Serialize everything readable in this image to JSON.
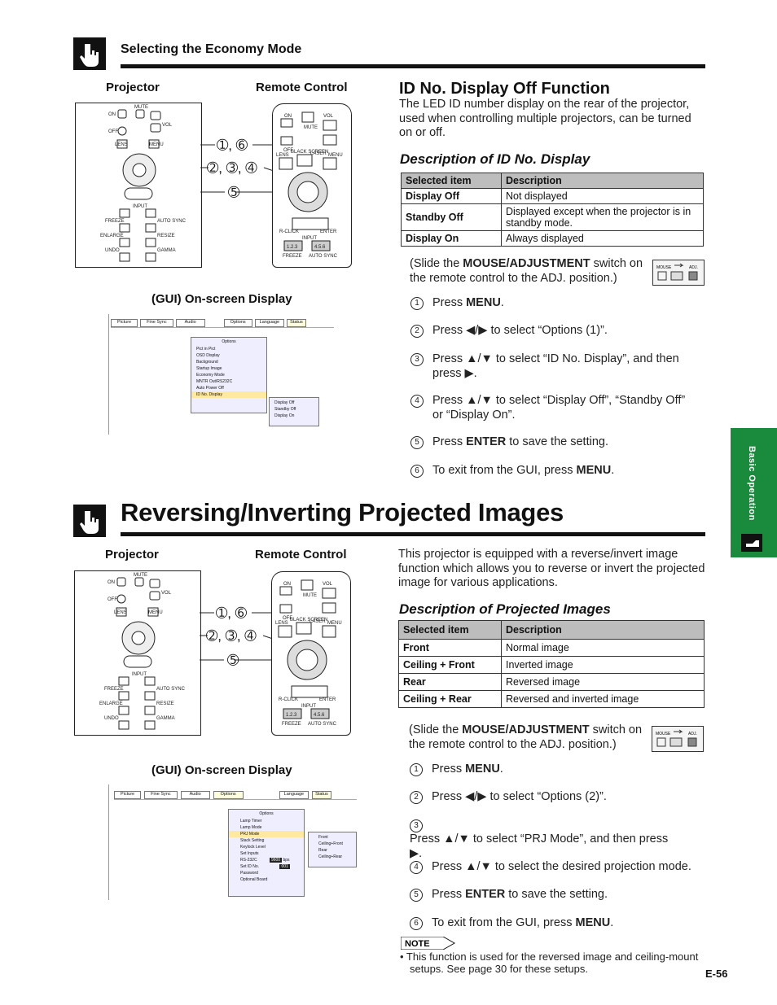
{
  "section1": {
    "title": "Selecting the Economy Mode",
    "projector_label": "Projector",
    "remote_label": "Remote Control",
    "gui_label": "(GUI) On-screen Display",
    "callouts": [
      "➀, ➅",
      "➁, ➂, ➃",
      "➄"
    ],
    "heading": "ID No. Display Off Function",
    "intro": "The LED ID number display on the rear of the projector, used when controlling multiple projectors, can be turned on or off.",
    "table_title": "Description of ID No. Display",
    "table_headers": [
      "Selected item",
      "Description"
    ],
    "table_rows": [
      [
        "Display Off",
        "Not displayed"
      ],
      [
        "Standby Off",
        "Displayed except when the projector is in standby mode."
      ],
      [
        "Display On",
        "Always displayed"
      ]
    ],
    "slide_pre": "(Slide the ",
    "slide_bold": "MOUSE/ADJUSTMENT",
    "slide_post": " switch on the remote control to the ADJ. position.)",
    "steps": [
      {
        "n": "1",
        "pre": "Press ",
        "b": "MENU",
        "post": "."
      },
      {
        "n": "2",
        "pre": "Press ◀/▶ to select “Options (1)”.",
        "b": "",
        "post": ""
      },
      {
        "n": "3",
        "pre": "Press ▲/▼ to select “ID No. Display”, and then press ▶.",
        "b": "",
        "post": ""
      },
      {
        "n": "4",
        "pre": "Press ▲/▼ to select “Display Off”, “Standby Off” or “Display On”.",
        "b": "",
        "post": ""
      },
      {
        "n": "5",
        "pre": "Press ",
        "b": "ENTER",
        "post": " to save the setting."
      },
      {
        "n": "6",
        "pre": "To exit from the GUI, press ",
        "b": "MENU",
        "post": "."
      }
    ],
    "gui": {
      "tabs": [
        "Picture",
        "Fine Sync",
        "Audio",
        "Options",
        "Language",
        "Status"
      ],
      "menu_title": "Options",
      "items": [
        "Pict in Pict",
        "OSD Display",
        "Background",
        "Startup Image",
        "Economy Mode",
        "MNTR Out/RS232C",
        "Auto Power Off",
        "ID No. Display"
      ],
      "sub": [
        "Display Off",
        "Standby Off",
        "Display On"
      ]
    }
  },
  "section2": {
    "title": "Reversing/Inverting Projected Images",
    "projector_label": "Projector",
    "remote_label": "Remote Control",
    "gui_label": "(GUI) On-screen Display",
    "callouts": [
      "➀, ➅",
      "➁, ➂, ➃",
      "➄"
    ],
    "intro": "This projector is equipped with a reverse/invert image function which allows you to reverse or invert the projected image for various applications.",
    "table_title": "Description of Projected Images",
    "table_headers": [
      "Selected item",
      "Description"
    ],
    "table_rows": [
      [
        "Front",
        "Normal image"
      ],
      [
        "Ceiling + Front",
        "Inverted image"
      ],
      [
        "Rear",
        "Reversed image"
      ],
      [
        "Ceiling + Rear",
        "Reversed and inverted image"
      ]
    ],
    "slide_pre": "(Slide the ",
    "slide_bold": "MOUSE/ADJUSTMENT",
    "slide_post": " switch on the remote control to the ADJ. position.)",
    "steps": [
      {
        "n": "1",
        "pre": "Press ",
        "b": "MENU",
        "post": "."
      },
      {
        "n": "2",
        "pre": "Press ◀/▶  to select “Options (2)”.",
        "b": "",
        "post": ""
      },
      {
        "n": "3",
        "pre": "Press ▲/▼ to select “PRJ Mode”, and then press ▶.",
        "b": "",
        "post": ""
      },
      {
        "n": "4",
        "pre": "Press ▲/▼ to select the desired projection mode.",
        "b": "",
        "post": ""
      },
      {
        "n": "5",
        "pre": "Press ",
        "b": "ENTER",
        "post": " to save the setting."
      },
      {
        "n": "6",
        "pre": "To exit from the GUI, press ",
        "b": "MENU",
        "post": "."
      }
    ],
    "gui": {
      "tabs": [
        "Picture",
        "Fine Sync",
        "Audio",
        "Options",
        "Language",
        "Status"
      ],
      "menu_title": "Options",
      "items": [
        "Lamp Timer",
        "Lamp Mode",
        "PRJ Mode",
        "Stack Setting",
        "Keylock Level",
        "Set Inputs",
        "RS-232C",
        "Set ID No.",
        "Password",
        "Optional Board"
      ],
      "rs232": "9600",
      "rs232_unit": "bps",
      "id_value": "001",
      "sub": [
        "Front",
        "Ceiling+Front",
        "Rear",
        "Ceiling+Rear"
      ]
    }
  },
  "note": {
    "label": "NOTE",
    "text": "• This function is used for the reversed image and ceiling-mount setups. See page 30 for these setups."
  },
  "side_tab": "Basic Operation",
  "page_number": "E-56",
  "switch": {
    "mouse": "MOUSE",
    "adj": "ADJ."
  },
  "panel_labels": {
    "on": "ON",
    "off": "OFF",
    "mute": "MUTE",
    "vol": "VOL",
    "lens": "LENS",
    "menu": "MENU",
    "input": "INPUT",
    "freeze": "FREEZE",
    "auto_sync": "AUTO SYNC",
    "enlarge": "ENLARGE",
    "resize": "RESIZE",
    "undo": "UNDO",
    "gamma": "GAMMA",
    "black_screen": "BLACK SCREEN",
    "laser": "LASER",
    "r_click": "R-CLICK",
    "enter": "ENTER",
    "k123": "1.2.3",
    "k456": "4.5.6"
  },
  "colors": {
    "accent": "#1a8a3c",
    "table_header": "#bdbdbd",
    "ink": "#111111"
  }
}
